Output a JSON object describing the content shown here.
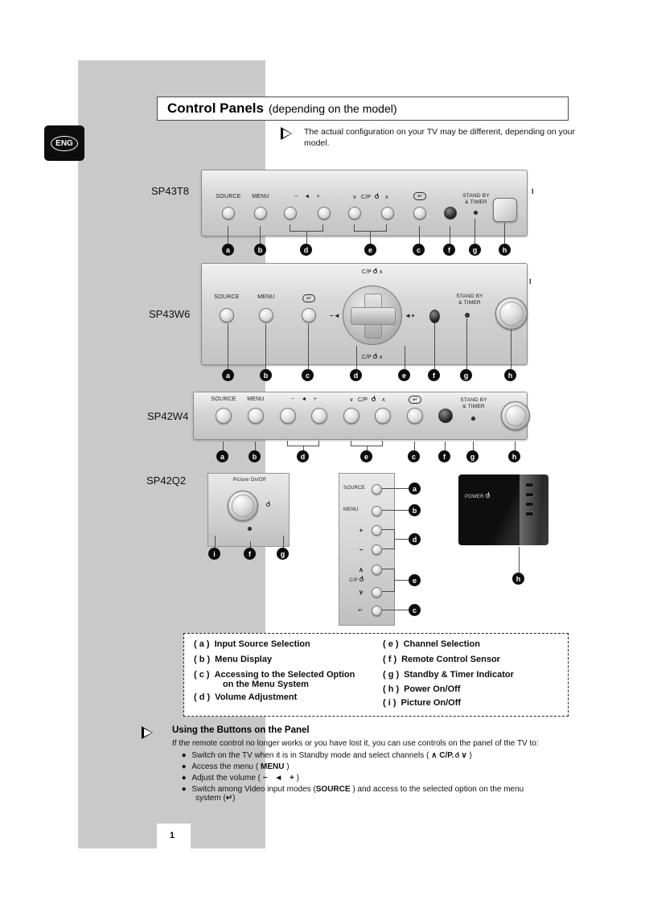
{
  "page": {
    "lang_badge": "ENG",
    "title": "Control Panels",
    "title_suffix": "(depending on the model)",
    "note": "The actual configuration on your TV may be different, depending on your model.",
    "page_number": "1"
  },
  "panel1": {
    "model": "SP43T8",
    "source": "SOURCE",
    "menu": "MENU",
    "volume_label": "− ◄ +",
    "ch_down": "∨",
    "ch_text": "C/P",
    "ch_up": "∧",
    "enter": "↵",
    "standby1": "STAND BY",
    "standby2": "& TIMER",
    "power_mark": "I",
    "callouts": [
      "a",
      "b",
      "d",
      "e",
      "c",
      "f",
      "g",
      "h"
    ]
  },
  "panel2": {
    "model": "SP43W6",
    "ch_text": "C/P",
    "up": "∧",
    "down": "∨",
    "source": "SOURCE",
    "menu": "MENU",
    "enter": "↵",
    "vol_left": "−◄",
    "vol_right": "◄+",
    "standby1": "STAND BY",
    "standby2": "& TIMER",
    "power_mark": "I",
    "callouts": [
      "a",
      "b",
      "c",
      "d",
      "e",
      "f",
      "g",
      "h"
    ]
  },
  "panel3": {
    "model": "SP42W4",
    "source": "SOURCE",
    "menu": "MENU",
    "volume_label": "− ◄ +",
    "ch_down": "∨",
    "ch_text": "C/P",
    "ch_up": "∧",
    "enter": "↵",
    "standby1": "STAND BY",
    "standby2": "& TIMER",
    "callouts": [
      "a",
      "b",
      "d",
      "e",
      "c",
      "f",
      "g",
      "h"
    ]
  },
  "panel4": {
    "model": "SP42Q2",
    "left": {
      "title": "Picture On/Off",
      "callouts": [
        "i",
        "f",
        "g"
      ]
    },
    "strip": {
      "source": "SOURCE",
      "menu": "MENU",
      "plus": "+",
      "minus": "−",
      "up": "∧",
      "ch_text": "C/P",
      "down": "∨",
      "enter": "↵",
      "callouts": [
        "a",
        "b",
        "d",
        "e",
        "c"
      ]
    },
    "right": {
      "power": "POWER",
      "callout": "h"
    }
  },
  "legend": {
    "left": [
      {
        "key": "( a )",
        "label": "Input Source Selection"
      },
      {
        "key": "( b )",
        "label": "Menu Display"
      },
      {
        "key": "( c )",
        "label": "Accessing to the Selected Option",
        "label2": "on the Menu System"
      },
      {
        "key": "( d )",
        "label": "Volume Adjustment"
      }
    ],
    "right": [
      {
        "key": "( e )",
        "label": "Channel Selection"
      },
      {
        "key": "( f )",
        "label": "Remote Control Sensor"
      },
      {
        "key": "( g )",
        "label": "Standby & Timer Indicator"
      },
      {
        "key": "( h )",
        "label": "Power On/Off"
      },
      {
        "key": "( i )",
        "label": "Picture On/Off"
      }
    ]
  },
  "usage": {
    "heading": "Using the Buttons on the Panel",
    "intro": "If the remote control no longer works or you have lost it, you can use controls on the panel of the TV to:",
    "bullet_glyph": "◆",
    "bullets": [
      {
        "pre": "Switch on the TV when it is in Standby mode and select channels ( ",
        "b1": "∧ C/P.",
        "b2": "∨",
        "post": " )"
      },
      {
        "pre": "Access the menu ( ",
        "b1": "MENU",
        "post": " )"
      },
      {
        "pre": "Adjust the volume ( ",
        "b1": "− ◄ +",
        "post": " )"
      },
      {
        "pre": "Switch among Video input modes (",
        "b1": "SOURCE",
        "mid": " ) and access to the selected option on the menu",
        "mid2": "system (",
        "b2": "↵",
        "post": ")"
      }
    ]
  }
}
